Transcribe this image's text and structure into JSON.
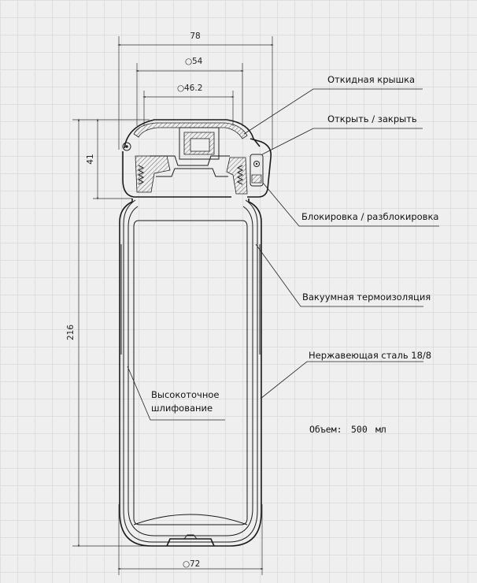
{
  "dimensions": {
    "width_total": "78",
    "diameter_54": "54",
    "diameter_46": "46.2",
    "height_cap": "41",
    "height_total": "216",
    "diameter_bottom": "72",
    "diameter_symbol": "○"
  },
  "callouts": {
    "flip_lid": "Откидная крышка",
    "open_close": "Открыть / закрыть",
    "lock_unlock": "Блокировка / разблокировка",
    "vacuum": "Вакуумная термоизоляция",
    "steel": "Нержавеющая сталь 18/8",
    "polishing_line1": "Высокоточное",
    "polishing_line2": "шлифование"
  },
  "volume": {
    "label": "Объем:",
    "value": "500",
    "unit": "мл"
  }
}
